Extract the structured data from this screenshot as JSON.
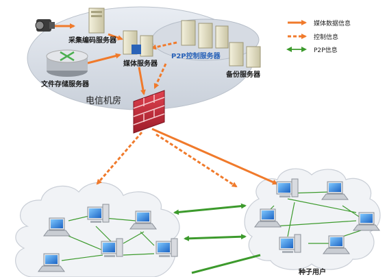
{
  "labels": {
    "encoding_server": "采集编码服务器",
    "media_server": "媒体服务器",
    "p2p_control_server": "P2P控制服务器",
    "backup_server": "备份服务器",
    "file_storage_server": "文件存储服务器",
    "telecom_room": "电信机房",
    "seed_users": "种子用户"
  },
  "legend": {
    "media_data": "媒体数据信息",
    "control": "控制信息",
    "p2p": "P2P信息"
  },
  "colors": {
    "media_data": "#f07a2b",
    "control": "#f07a2b",
    "p2p": "#3c9a2c",
    "highlight": "#2a63b8",
    "firewall": "#c8283a"
  }
}
